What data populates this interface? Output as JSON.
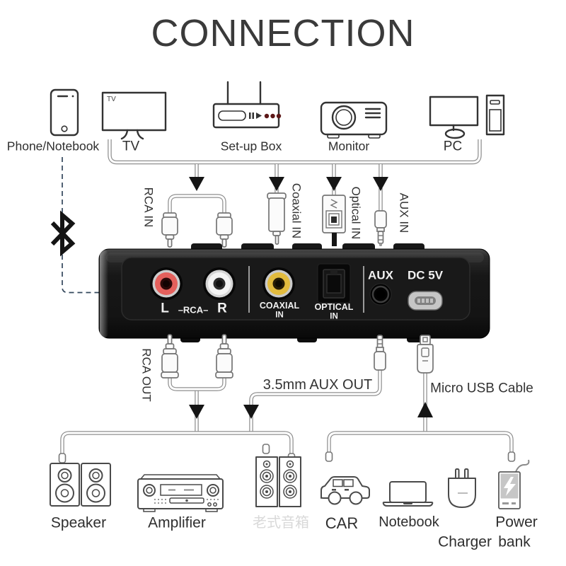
{
  "title": "CONNECTION",
  "colors": {
    "title_text": "#3a3a3a",
    "label_text": "#333333",
    "line_gray": "#8f8f8f",
    "arrow_black": "#151515",
    "bluetooth_dash": "#33475c",
    "port_red": "#e4605c",
    "port_white": "#f3f3f3",
    "port_yellow": "#e2bb3e",
    "device_black": "#161616",
    "watermark_gray": "#d9d9d9"
  },
  "top_row": {
    "phone_label": "Phone/Notebook",
    "tv_label": "TV",
    "tv_screen_text": "TV",
    "setup_box_label": "Set-up Box",
    "monitor_label": "Monitor",
    "pc_label": "PC"
  },
  "input_labels": {
    "rca_in": "RCA IN",
    "coaxial_in": "Coaxial IN",
    "optical_in": "Optical IN",
    "aux_in": "AUX IN"
  },
  "device_panel": {
    "left_channel": "L",
    "rca_center": "–RCA–",
    "right_channel": "R",
    "coaxial_line1": "COAXIAL",
    "coaxial_line2": "IN",
    "optical_line1": "OPTICAL",
    "optical_line2": "IN",
    "aux_port": "AUX",
    "power_port": "DC 5V"
  },
  "output_labels": {
    "rca_out": "RCA OUT",
    "aux_out": "3.5mm AUX OUT",
    "usb_cable": "Micro USB Cable"
  },
  "bottom_row": {
    "speaker_label": "Speaker",
    "amplifier_label": "Amplifier",
    "tower_caption": "老式音箱",
    "car_label": "CAR",
    "notebook_label": "Notebook",
    "charger_label": "Charger",
    "power_bank_line1": "Power",
    "power_bank_line2": "bank"
  },
  "icons": {
    "bluetooth": "bluetooth-symbol"
  }
}
